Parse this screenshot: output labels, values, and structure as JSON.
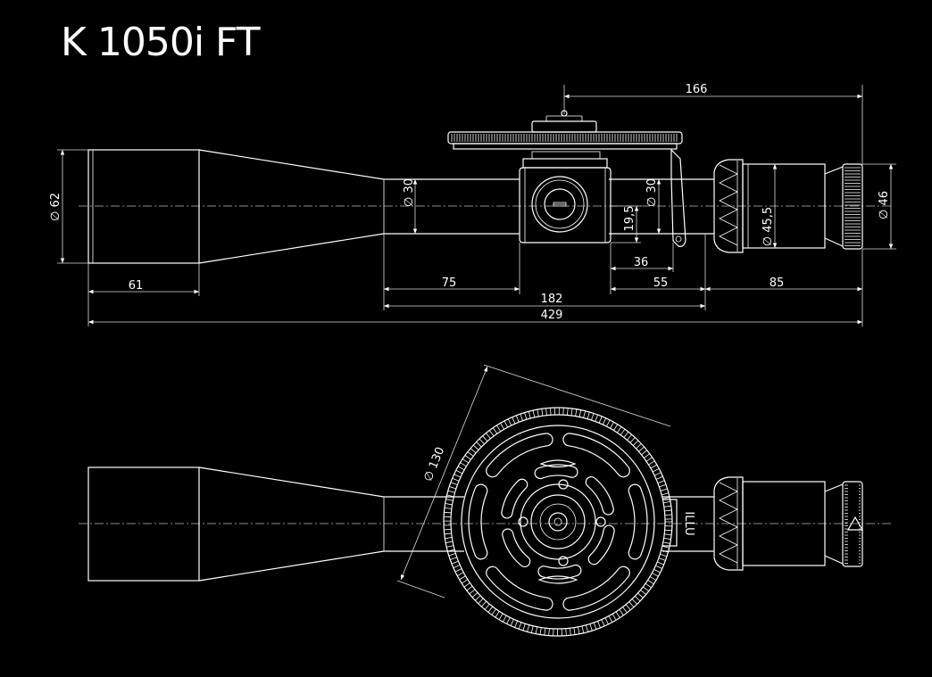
{
  "title": "K 1050i FT",
  "dimensions": {
    "top_166": "166",
    "len_61": "61",
    "len_75": "75",
    "len_182": "182",
    "len_429": "429",
    "len_36": "36",
    "len_55": "55",
    "len_85": "85",
    "dia_62": "∅ 62",
    "dia_30a": "∅ 30",
    "dia_30b": "∅ 30",
    "h_19_5": "19,5",
    "dia_45_5": "∅ 45,5",
    "dia_46": "∅ 46",
    "dia_130": "∅ 130"
  },
  "symbols": {
    "eyepiece_mark": "triangle-icon",
    "turret_mark": "ILLU"
  }
}
